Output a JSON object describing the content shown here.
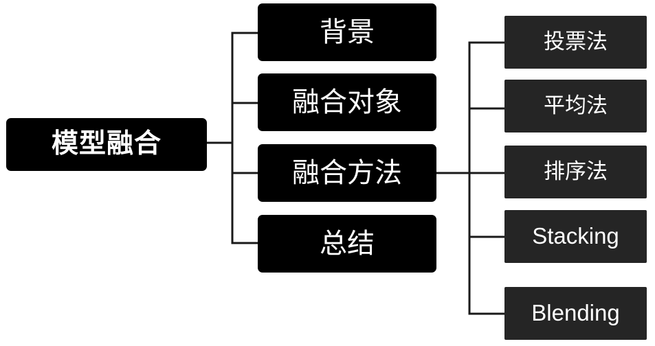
{
  "diagram": {
    "type": "mind-map",
    "title": "模型融合",
    "orientation": "left-to-right",
    "colors": {
      "canvas_background": "#ffffff",
      "root_fill": "#000000",
      "branch_fill": "#000000",
      "leaf_fill": "#252525",
      "node_text": "#ffffff",
      "connector_line": "#1a1a1a"
    },
    "root": {
      "label": "模型融合",
      "level": 0
    },
    "branches": [
      {
        "label": "背景",
        "level": 1,
        "index": 0
      },
      {
        "label": "融合对象",
        "level": 1,
        "index": 1
      },
      {
        "label": "融合方法",
        "level": 1,
        "index": 2
      },
      {
        "label": "总结",
        "level": 1,
        "index": 3
      }
    ],
    "leaves": [
      {
        "label": "投票法",
        "level": 2,
        "index": 0,
        "parent": "融合方法",
        "script": "han"
      },
      {
        "label": "平均法",
        "level": 2,
        "index": 1,
        "parent": "融合方法",
        "script": "han"
      },
      {
        "label": "排序法",
        "level": 2,
        "index": 2,
        "parent": "融合方法",
        "script": "han"
      },
      {
        "label": "Stacking",
        "level": 2,
        "index": 3,
        "parent": "融合方法",
        "script": "latin"
      },
      {
        "label": "Blending",
        "level": 2,
        "index": 4,
        "parent": "融合方法",
        "script": "latin"
      }
    ]
  }
}
